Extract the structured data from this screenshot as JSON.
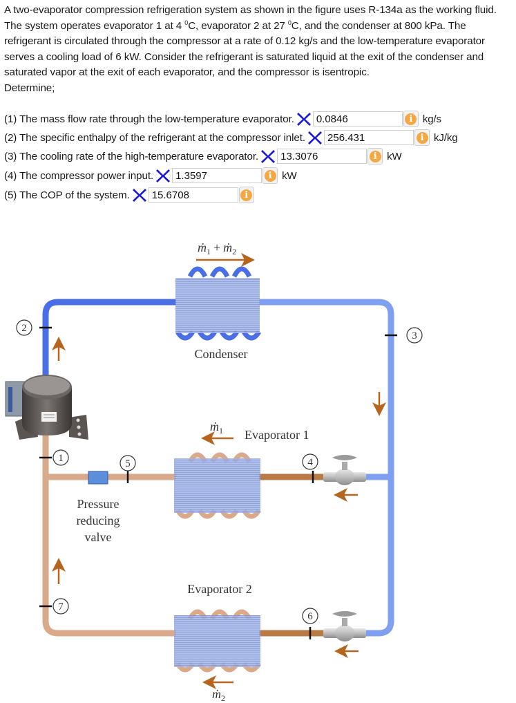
{
  "problem": {
    "text_part1": "A two-evaporator compression refrigeration system as shown in the figure uses R-134a as the working fluid. The system operates evaporator 1 at 4 ",
    "sup1": "0",
    "text_part2": "C, evaporator 2 at 27 ",
    "sup2": "0",
    "text_part3": "C, and the condenser at 800 kPa. The refrigerant is circulated through the compressor at a rate of 0.12 kg/s and the low-temperature evaporator serves a cooling load of 6 kW. Consider the refrigerant is saturated liquid at the exit of the condenser and saturated vapor at the exit of each evaporator, and the compressor is isentropic.",
    "determine": "Determine;"
  },
  "questions": [
    {
      "label": "(1) The mass flow rate through the low-temperature evaporator.",
      "value": "0.0846",
      "unit": "kg/s",
      "status": "incorrect"
    },
    {
      "label": "(2) The specific enthalpy of the refrigerant at the compressor inlet.",
      "value": "256.431",
      "unit": "kJ/kg",
      "status": "incorrect"
    },
    {
      "label": "(3) The cooling rate of the high-temperature evaporator.",
      "value": "13.3076",
      "unit": "kW",
      "status": "incorrect"
    },
    {
      "label": "(4) The compressor power input.",
      "value": "1.3597",
      "unit": "kW",
      "status": "incorrect"
    },
    {
      "label": "(5) The COP of the system.",
      "value": "15.6708",
      "unit": "",
      "status": "incorrect"
    }
  ],
  "icons": {
    "status": "x-mark-icon",
    "info": "info-icon",
    "info_glyph": "i"
  },
  "colors": {
    "x_mark": "#1a1ad6",
    "info": "#f5a841",
    "hot_pipe": "#4a6ee6",
    "liquid_pipe": "#7f9ff0",
    "cold_pipe": "#d9a98a",
    "arrow": "#b5651d"
  },
  "diagram": {
    "flow_top": "ṁ₁ + ṁ₂",
    "flow_top_m": "ṁ",
    "flow_top_sub1": "1",
    "flow_top_plus": "+",
    "flow_top_sub2": "2",
    "condenser": "Condenser",
    "evaporator1": "Evaporator 1",
    "evaporator2": "Evaporator 2",
    "flow_evap1_m": "ṁ",
    "flow_evap1_sub": "1",
    "flow_evap2_m": "ṁ",
    "flow_evap2_sub": "2",
    "valve_line1": "Pressure",
    "valve_line2": "reducing",
    "valve_line3": "valve",
    "states": [
      "1",
      "2",
      "3",
      "4",
      "5",
      "6",
      "7"
    ]
  }
}
